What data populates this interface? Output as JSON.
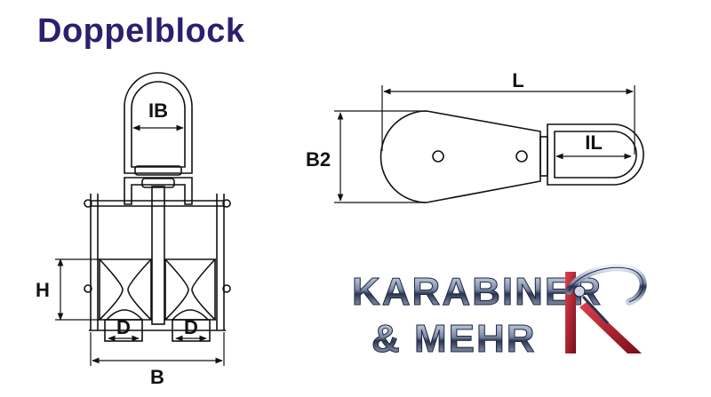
{
  "title": "Doppelblock",
  "labels": {
    "ib": "IB",
    "h": "H",
    "d_left": "D",
    "d_right": "D",
    "b": "B",
    "l": "L",
    "b2": "B2",
    "il": "IL"
  },
  "logo": {
    "line1": "KARABINER",
    "line2": "& MEHR",
    "accent_color": "#b5172b"
  },
  "colors": {
    "title": "#2e1f6e",
    "line": "#111111"
  }
}
